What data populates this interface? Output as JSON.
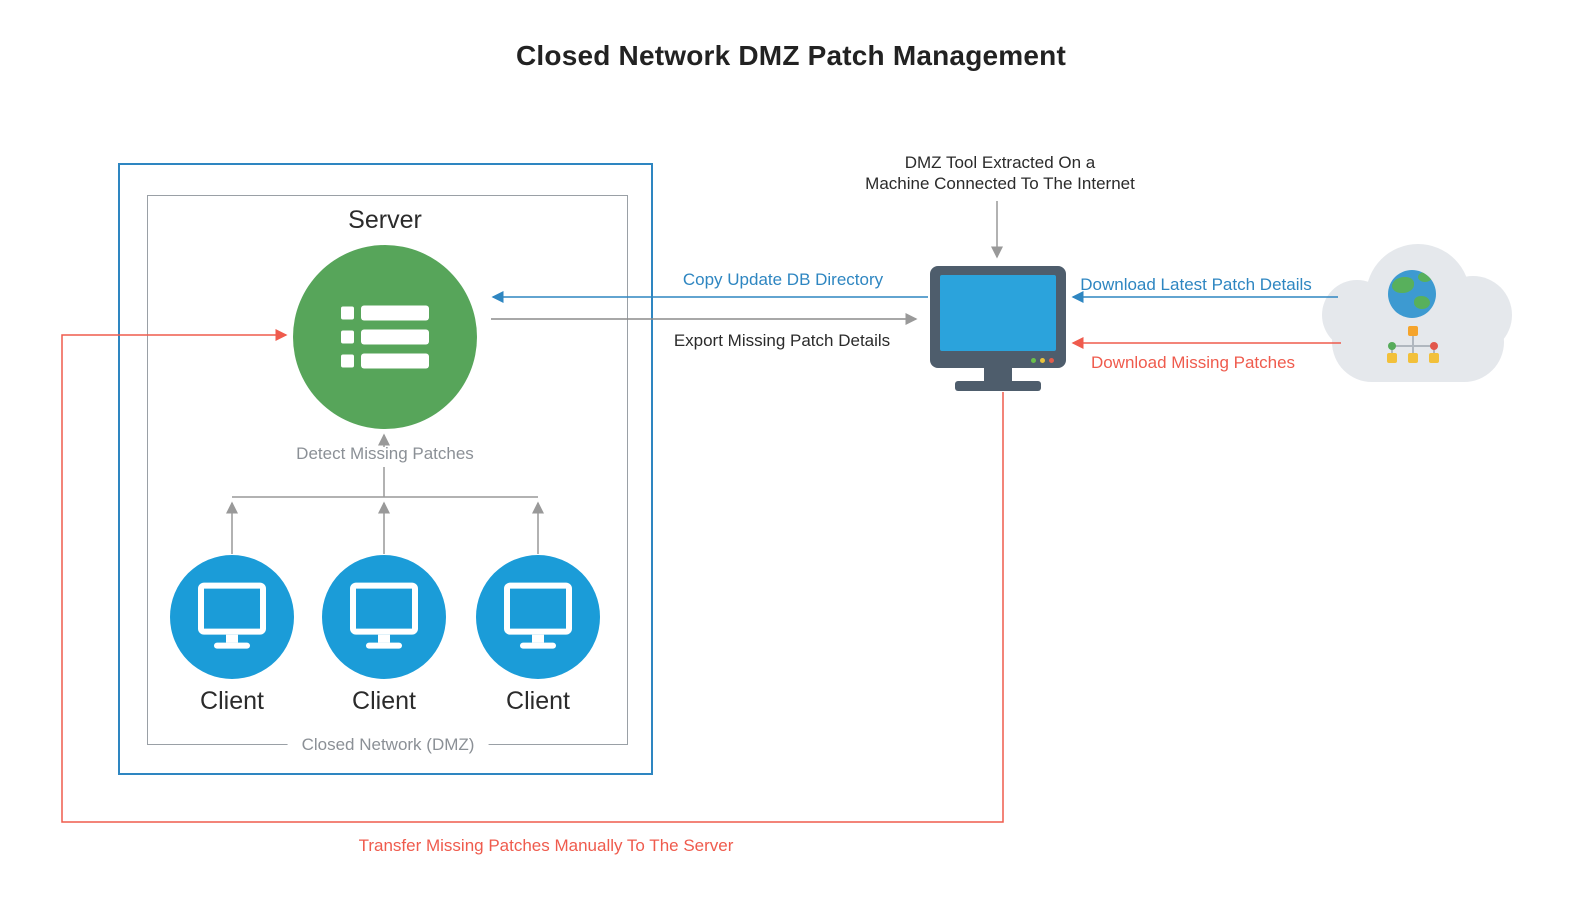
{
  "title": "Closed Network DMZ Patch Management",
  "colors": {
    "box_blue": "#2e86c1",
    "server_green": "#57a55a",
    "client_blue": "#1b9cd8",
    "monitor_frame": "#4e5d6c",
    "screen_blue": "#2ba3dc",
    "line_gray": "#999999",
    "flow_blue": "#2e86c1",
    "flow_red": "#ef5b4d",
    "text_dark": "#2b2b2b",
    "muted_gray": "#8b9096",
    "cloud_gray": "#e5e8ec"
  },
  "closed_network": {
    "boundary_label": "Closed Network (DMZ)",
    "server": {
      "label": "Server"
    },
    "detect_label": "Detect Missing Patches",
    "clients": [
      {
        "label": "Client"
      },
      {
        "label": "Client"
      },
      {
        "label": "Client"
      }
    ]
  },
  "dmz_machine": {
    "caption_line1": "DMZ Tool Extracted On a",
    "caption_line2": "Machine Connected To The Internet"
  },
  "flows": {
    "copy_update": {
      "label": "Copy Update DB Directory"
    },
    "export_missing": {
      "label": "Export Missing Patch Details"
    },
    "download_latest": {
      "label": "Download Latest Patch Details"
    },
    "download_missing": {
      "label": "Download Missing Patches"
    },
    "transfer_manual": {
      "label": "Transfer Missing Patches Manually To The Server"
    }
  }
}
